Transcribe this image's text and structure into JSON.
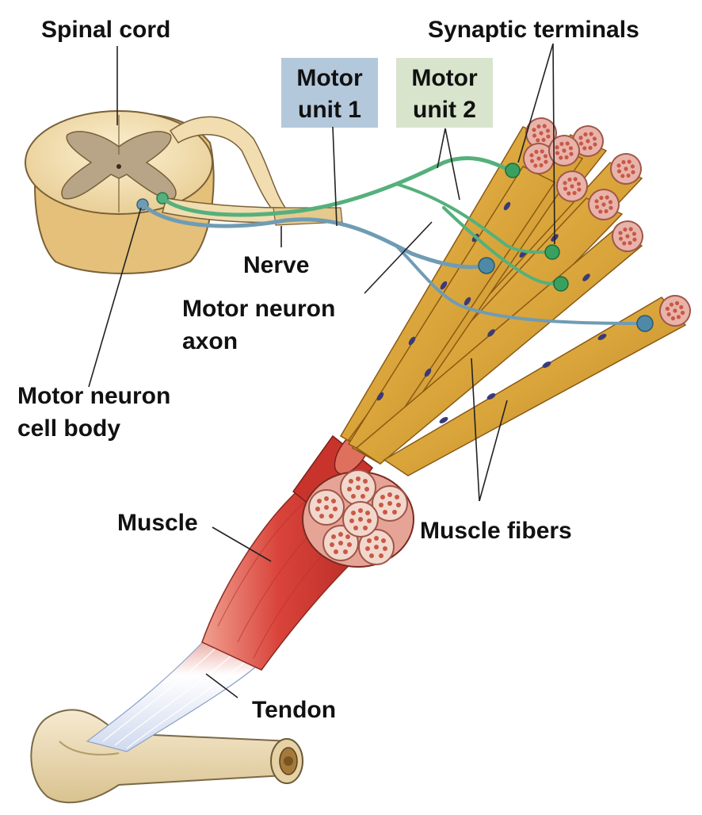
{
  "labels": {
    "spinal_cord": "Spinal cord",
    "synaptic_terminals": "Synaptic terminals",
    "motor_unit_1": [
      "Motor",
      "unit 1"
    ],
    "motor_unit_2": [
      "Motor",
      "unit 2"
    ],
    "nerve": "Nerve",
    "motor_neuron_axon": [
      "Motor neuron",
      "axon"
    ],
    "motor_neuron_cell_body": [
      "Motor neuron",
      "cell body"
    ],
    "muscle": "Muscle",
    "muscle_fibers": "Muscle fibers",
    "tendon": "Tendon"
  },
  "colors": {
    "motor_unit_1_box": "#b4c8dc",
    "motor_unit_2_box": "#d8e4cc",
    "motor_unit_1_neuron": "#6f9cb4",
    "motor_unit_2_neuron": "#55b07c",
    "muscle_fiber": "#d9a43a",
    "muscle": "#d9433a",
    "bone": "#ecdcb0",
    "spinal_white_matter": "#f1ddb0",
    "spinal_gray_matter": "#b8a487"
  }
}
